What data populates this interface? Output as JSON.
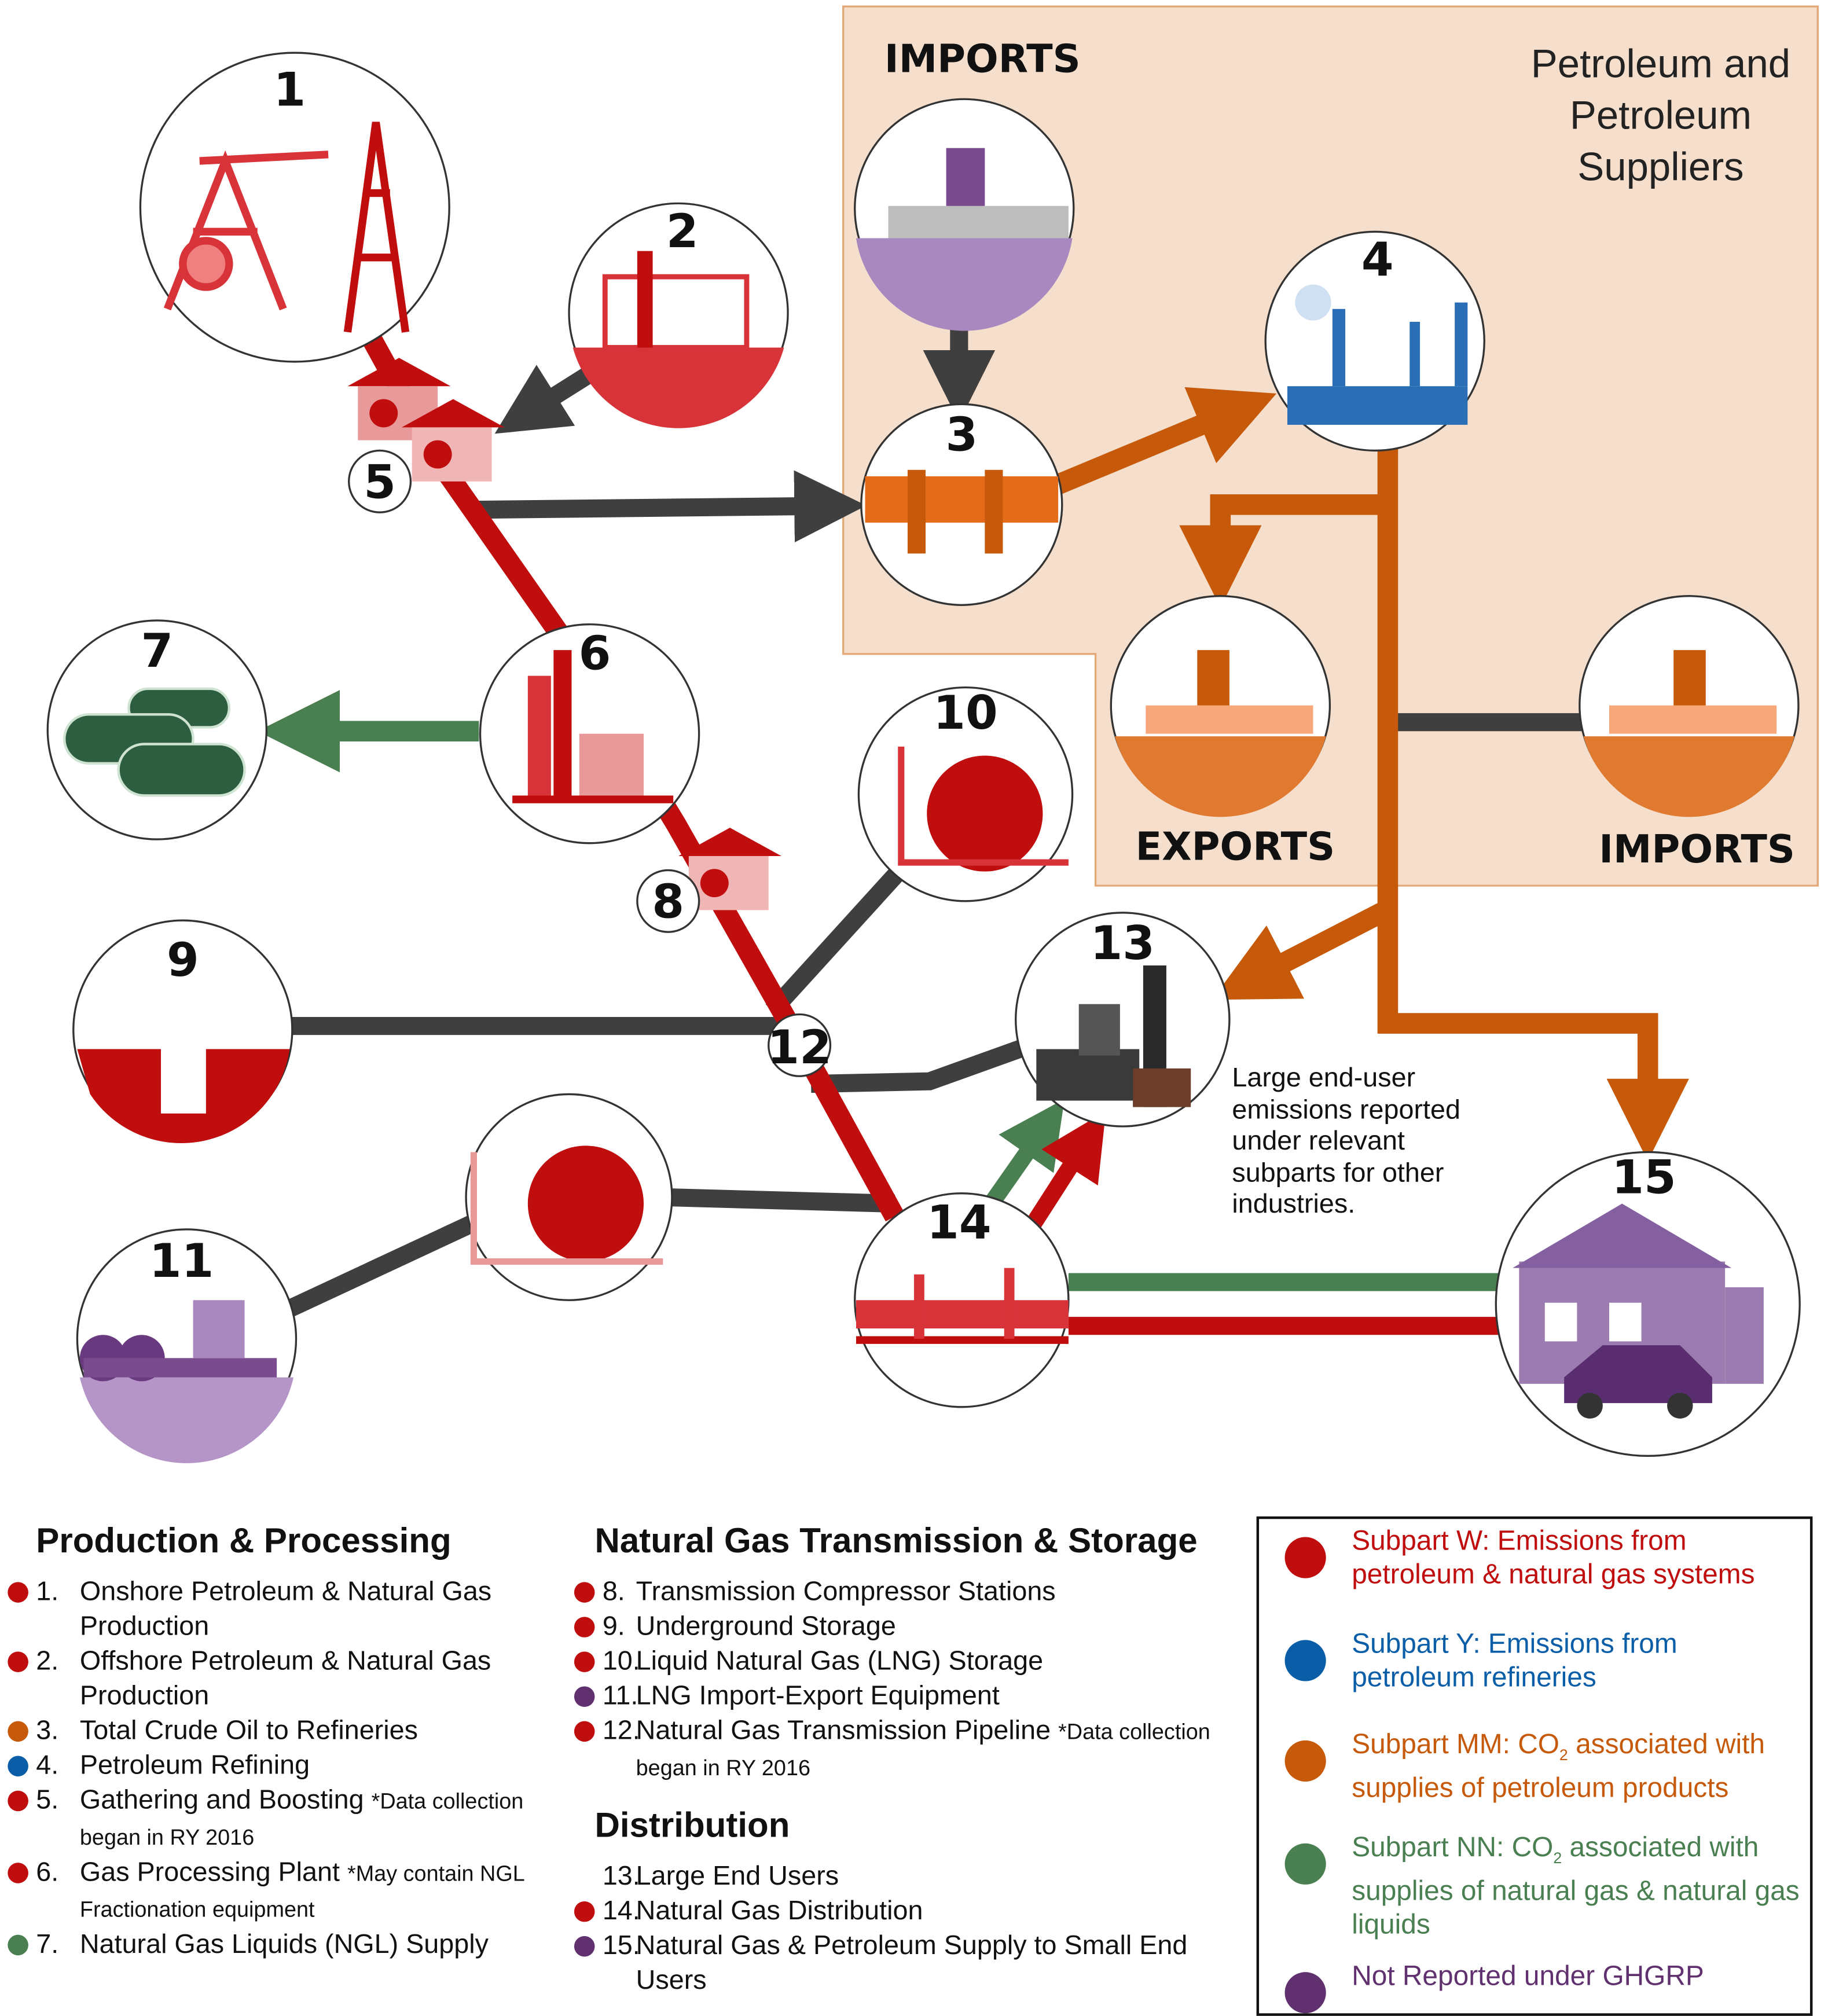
{
  "colors": {
    "subpart_w": "#c00d0d",
    "subpart_y": "#0a5ea8",
    "subpart_mm": "#c65a0a",
    "subpart_nn": "#4a7f52",
    "not_reported": "#60306f",
    "pipe_gray": "#3f3f3f",
    "panel": "#f5dfcc"
  },
  "diagram": {
    "panel_title": [
      "Petroleum and",
      "Petroleum",
      "Suppliers"
    ],
    "imports_top": "IMPORTS",
    "exports": "EXPORTS",
    "imports_right": "IMPORTS",
    "nodes": {
      "n1": "1",
      "n2": "2",
      "n3": "3",
      "n4": "4",
      "n5": "5",
      "n6": "6",
      "n7": "7",
      "n8": "8",
      "n9": "9",
      "n10": "10",
      "n11": "11",
      "n12": "12",
      "n13": "13",
      "n14": "14",
      "n15": "15"
    },
    "note": "Large end-user emissions reported under relevant subparts for other industries."
  },
  "sections": {
    "production": {
      "title": "Production & Processing",
      "items": [
        {
          "num": "1.",
          "text": "Onshore Petroleum & Natural Gas Production",
          "color": "#c00d0d"
        },
        {
          "num": "2.",
          "text": "Offshore Petroleum & Natural Gas Production",
          "color": "#c00d0d"
        },
        {
          "num": "3.",
          "text": "Total Crude Oil to Refineries",
          "color": "#c65a0a"
        },
        {
          "num": "4.",
          "text": "Petroleum Refining",
          "color": "#0a5ea8"
        },
        {
          "num": "5.",
          "text": "Gathering and Boosting",
          "note": "*Data collection began in RY 2016",
          "color": "#c00d0d"
        },
        {
          "num": "6.",
          "text": "Gas Processing Plant",
          "note": "*May contain NGL Fractionation equipment",
          "color": "#c00d0d"
        },
        {
          "num": "7.",
          "text": "Natural Gas Liquids (NGL) Supply",
          "color": "#4a7f52"
        }
      ]
    },
    "transmission": {
      "title": "Natural Gas Transmission & Storage",
      "items": [
        {
          "num": "8.",
          "text": "Transmission Compressor Stations",
          "color": "#c00d0d"
        },
        {
          "num": "9.",
          "text": "Underground Storage",
          "color": "#c00d0d"
        },
        {
          "num": "10.",
          "text": "Liquid Natural Gas (LNG) Storage",
          "color": "#c00d0d"
        },
        {
          "num": "11.",
          "text": "LNG Import-Export Equipment",
          "color": "#60306f"
        },
        {
          "num": "12.",
          "text": "Natural Gas Transmission Pipeline",
          "note": "*Data collection began in RY 2016",
          "color": "#c00d0d"
        }
      ]
    },
    "distribution": {
      "title": "Distribution",
      "items": [
        {
          "num": "13.",
          "text": "Large End Users"
        },
        {
          "num": "14.",
          "text": "Natural Gas Distribution",
          "color": "#c00d0d"
        },
        {
          "num": "15.",
          "text": "Natural Gas & Petroleum Supply to Small End Users",
          "color": "#60306f"
        }
      ]
    }
  },
  "legend": [
    {
      "text": "Subpart W: Emissions from petroleum & natural gas systems",
      "color": "#c00d0d"
    },
    {
      "text": "Subpart Y: Emissions from petroleum refineries",
      "color": "#0a5ea8"
    },
    {
      "pre": "Subpart MM: CO",
      "sub": "2",
      "post": " associated with supplies of petroleum products",
      "color": "#c65a0a"
    },
    {
      "pre": "Subpart NN: CO",
      "sub": "2",
      "post": " associated with supplies of natural gas & natural gas liquids",
      "color": "#4a7f52"
    },
    {
      "text": "Not Reported under GHGRP",
      "color": "#60306f"
    }
  ]
}
